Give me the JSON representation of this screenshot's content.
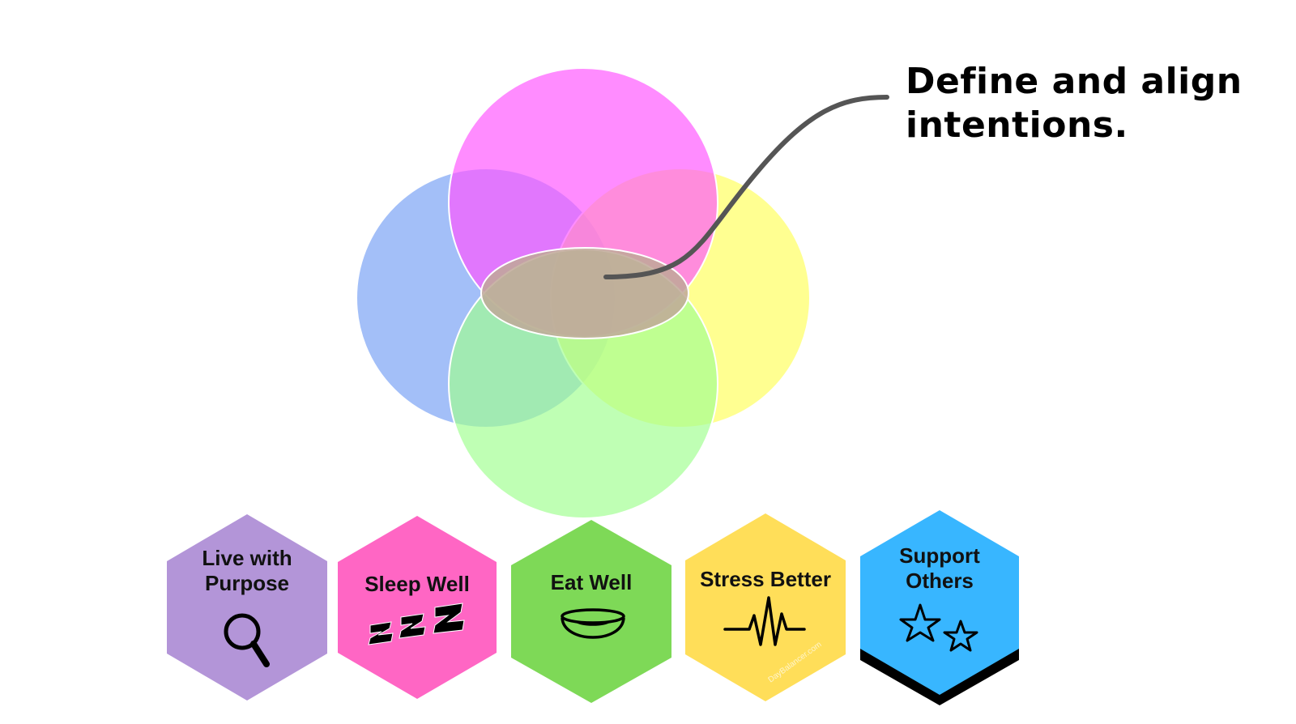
{
  "headline": {
    "line1": "Define and align",
    "line2": "intentions."
  },
  "venn": {
    "circles": [
      {
        "name": "blue",
        "color": "#7FA6F5"
      },
      {
        "name": "yellow",
        "color": "#FFFF80"
      },
      {
        "name": "magenta",
        "color": "#FF66FF"
      },
      {
        "name": "green",
        "color": "#A8FFA0"
      },
      {
        "name": "center",
        "color": "#B8A0A0"
      }
    ]
  },
  "hexagons": [
    {
      "lines": [
        "Live with",
        "Purpose"
      ],
      "color": "#B395D8",
      "icon": "magnifier-icon"
    },
    {
      "lines": [
        "Sleep Well"
      ],
      "color": "#FF66C4",
      "icon": "zzz-icon"
    },
    {
      "lines": [
        "Eat Well"
      ],
      "color": "#7ED957",
      "icon": "bowl-icon"
    },
    {
      "lines": [
        "Stress Better"
      ],
      "color": "#FFDE59",
      "icon": "heartbeat-icon"
    },
    {
      "lines": [
        "Support",
        "Others"
      ],
      "color": "#38B6FF",
      "icon": "stars-icon"
    }
  ],
  "watermark": "DayBalancer.com"
}
